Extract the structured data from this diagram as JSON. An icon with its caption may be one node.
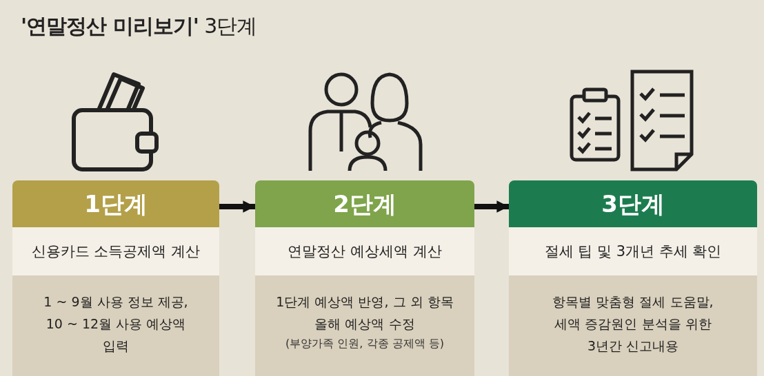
{
  "diagram": {
    "title": "**'연말정산 미리보기'** 3단계",
    "nodes": [
      {
        "text": [
          "1단계",
          "신용카드 소득공제액 계산",
          "1 ~ 9월 사용 정보 제공, 10 ~ 12월 사용 예상액 입력"
        ]
      },
      {
        "text": [
          "2단계",
          "연말정산 예상세액 계산",
          "1단계 예상액 반영, 그 외 항목 올해 예상액 수정",
          "(부양가족 인원, 각종 공제액 등)"
        ]
      },
      {
        "text": [
          "3단계",
          "절세 팁 및 3개년 추세 확인",
          "항목별 맞춤형 절세 도움말, 세액 증감원인 분석을 위한 3년간 신고내용"
        ]
      }
    ],
    "edges": [
      {
        "from": 0,
        "to": 1,
        "arrow": "to"
      },
      {
        "from": 1,
        "to": 2,
        "arrow": "to"
      }
    ]
  }
}
